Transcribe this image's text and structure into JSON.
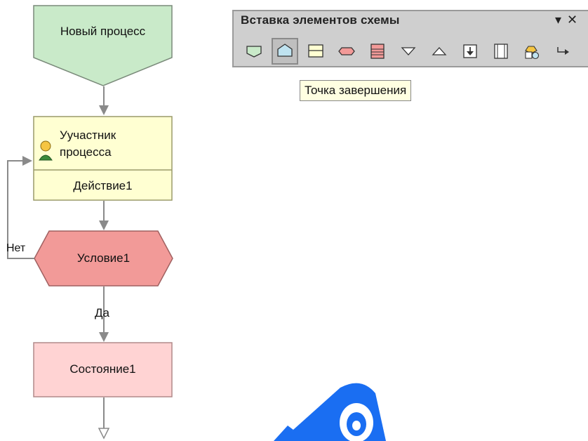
{
  "flowchart": {
    "start_label": "Новый процесс",
    "task_participant_label": "Уучастник процесса",
    "task_participant_line1": "Уучастник",
    "task_participant_line2": "процесса",
    "task_action_label": "Действие1",
    "condition_label": "Условие1",
    "no_label": "Нет",
    "yes_label": "Да",
    "state_label": "Состояние1",
    "colors": {
      "start_fill": "#c9eac9",
      "task_fill": "#ffffd2",
      "condition_fill": "#f29a98",
      "state_fill": "#ffd3d3",
      "connector": "#8a8a8a"
    }
  },
  "toolbar": {
    "title": "Вставка элементов схемы",
    "pin_glyph": "▾",
    "close_glyph": "✕",
    "tools": [
      {
        "icon": "start-shape-icon"
      },
      {
        "icon": "end-point-icon",
        "active": true
      },
      {
        "icon": "action-block-icon"
      },
      {
        "icon": "condition-icon"
      },
      {
        "icon": "state-icon"
      },
      {
        "icon": "merge-triangle-icon"
      },
      {
        "icon": "split-triangle-icon"
      },
      {
        "icon": "insert-arrow-icon"
      },
      {
        "icon": "column-icon"
      },
      {
        "icon": "group-shapes-icon"
      },
      {
        "icon": "connector-icon"
      }
    ]
  },
  "tooltip": {
    "text": "Точка завершения"
  }
}
